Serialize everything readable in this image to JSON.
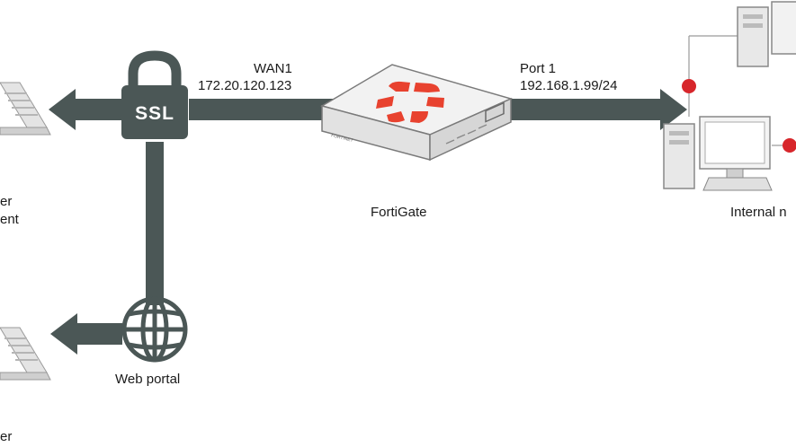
{
  "wan": {
    "name": "WAN1",
    "ip": "172.20.120.123"
  },
  "port": {
    "name": "Port 1",
    "ip": "192.168.1.99/24"
  },
  "device": {
    "label": "FortiGate",
    "brand_text": "FORTINET"
  },
  "ssl": {
    "label": "SSL"
  },
  "portal": {
    "label": "Web portal"
  },
  "left_labels": {
    "top_line1": "er",
    "top_line2": "ent",
    "bottom_line1": "er"
  },
  "internal": {
    "label": "Internal n"
  },
  "colors": {
    "pipe": "#4b5756",
    "node_red": "#d7262b",
    "logo_red": "#e8422f",
    "device_body": "#f2f2f2"
  },
  "icons": [
    "lock-icon",
    "globe-icon",
    "fortinet-logo-icon",
    "laptop-icon",
    "desktop-icon",
    "arrow-icon"
  ]
}
